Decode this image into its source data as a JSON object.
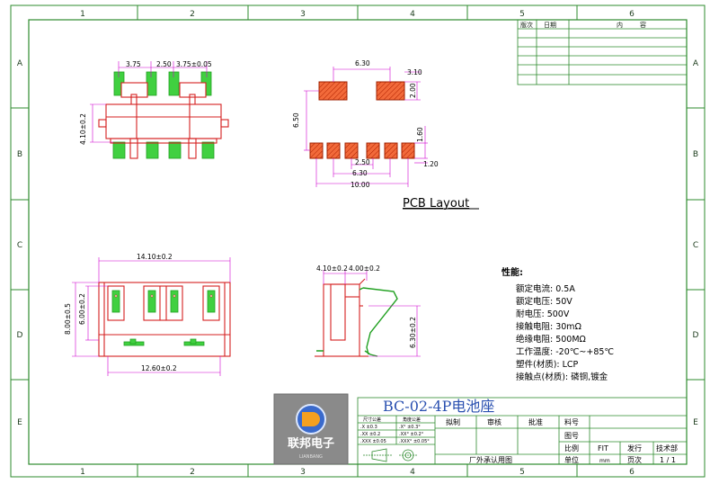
{
  "zone_columns": [
    "1",
    "2",
    "3",
    "4",
    "5",
    "6"
  ],
  "zone_rows": [
    "A",
    "B",
    "C",
    "D",
    "E"
  ],
  "revision_table": {
    "headers": [
      "版次",
      "日期",
      "内",
      "容"
    ]
  },
  "top_view": {
    "dims": [
      "3.75",
      "2.50",
      "3.75±0.05",
      "4.10±0.2"
    ]
  },
  "pcb_layout": {
    "title": "PCB Layout",
    "dims": [
      "6.30",
      "3.10",
      "2.00",
      "6.50",
      "1.60",
      "2.50",
      "1.20",
      "6.30",
      "10.00"
    ]
  },
  "front_view": {
    "dims": [
      "14.10±0.2",
      "8.00±0.5",
      "6.00±0.2",
      "12.60±0.2"
    ]
  },
  "side_view": {
    "dims": [
      "4.10±0.2",
      "4.00±0.2",
      "6.30±0.2"
    ]
  },
  "specs": {
    "heading": "性能:",
    "lines": [
      "额定电流: 0.5A",
      "额定电压: 50V",
      "耐电压: 500V",
      "接触电阻: 30mΩ",
      "绝缘电阻: 500MΩ",
      "工作温度: -20℃~+85℃",
      "塑件(材质): LCP",
      "接触点(材质): 磷铜,镀金"
    ]
  },
  "title_block": {
    "part_name": "BC-02-4P电池座",
    "logo_text": "联邦电子",
    "logo_subtext": "LIANBANG",
    "tolerance_headers": [
      "尺寸公差",
      "角度公差"
    ],
    "tolerance_rows": [
      [
        ".X ±0.3",
        ".X° ±0.3°"
      ],
      [
        ".XX ±0.2",
        ".XX° ±0.2°"
      ],
      [
        ".XXX ±0.05",
        ".XXX° ±0.05°"
      ]
    ],
    "roles": [
      "拟制",
      "审核",
      "批准"
    ],
    "approval_label": "厂外承认用图",
    "labels": {
      "part_no": "料号",
      "drawing_no": "图号",
      "scale": "比例",
      "scale_value": "FIT",
      "issue": "发行",
      "tech_dept": "技术部",
      "unit": "单位",
      "unit_value": "mm",
      "page": "页次",
      "page_value": "1 / 1"
    }
  },
  "colors": {
    "frame": "#2e8b2e",
    "part": "#d42020",
    "dim": "#d000d0",
    "pin": "#30c030",
    "pad": "#e05030"
  }
}
